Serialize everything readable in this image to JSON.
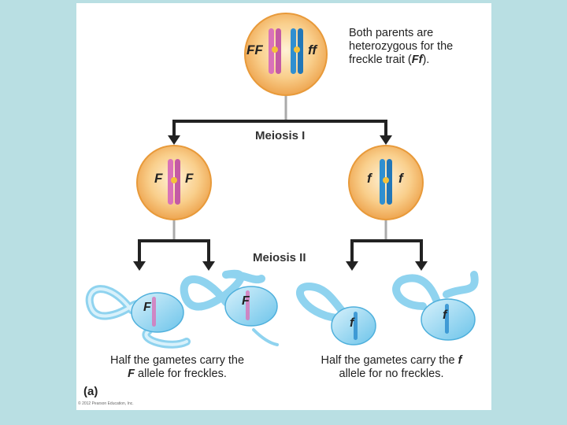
{
  "caption_top": {
    "text_before": "Both parents are heterozygous for the freckle trait (",
    "italic": "Ff",
    "text_after": ")."
  },
  "stage_1": "Meiosis I",
  "stage_2": "Meiosis II",
  "parent_cell": {
    "left_allele": "FF",
    "right_allele": "ff"
  },
  "daughter_left": {
    "left_allele": "F",
    "right_allele": "F"
  },
  "daughter_right": {
    "left_allele": "f",
    "right_allele": "f"
  },
  "gametes": [
    "F",
    "F",
    "f",
    "f"
  ],
  "caption_left": {
    "before": "Half the gametes carry the ",
    "allele": "F",
    "after": " allele for freckles."
  },
  "caption_right": {
    "before": "Half the gametes carry the ",
    "allele": "f",
    "after": " allele for no freckles."
  },
  "panel_label": "(a)",
  "copyright": "© 2012 Pearson Education, Inc.",
  "colors": {
    "cell_fill": "#f7c27a",
    "cell_edge": "#e89a3a",
    "pink_chromosome": "#d972b8",
    "blue_chromosome": "#2f8fd0",
    "sperm_body": "#8fd3ef",
    "arrow": "#222222",
    "background": "#b9dfe3"
  }
}
